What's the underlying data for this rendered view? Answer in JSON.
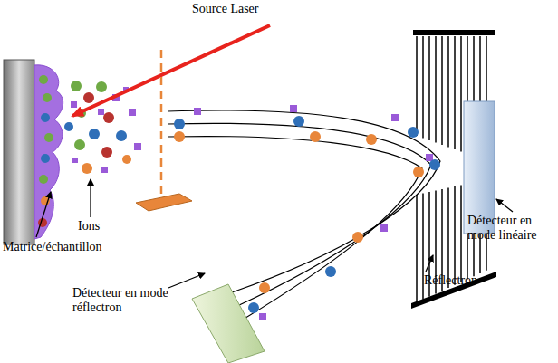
{
  "diagram": {
    "labels": [
      "Source Laser",
      "Ions",
      "Matrice/échantillon",
      "Détecteur en mode linéaire",
      "Réflectron",
      "Détecteur en mode réflectron"
    ]
  }
}
